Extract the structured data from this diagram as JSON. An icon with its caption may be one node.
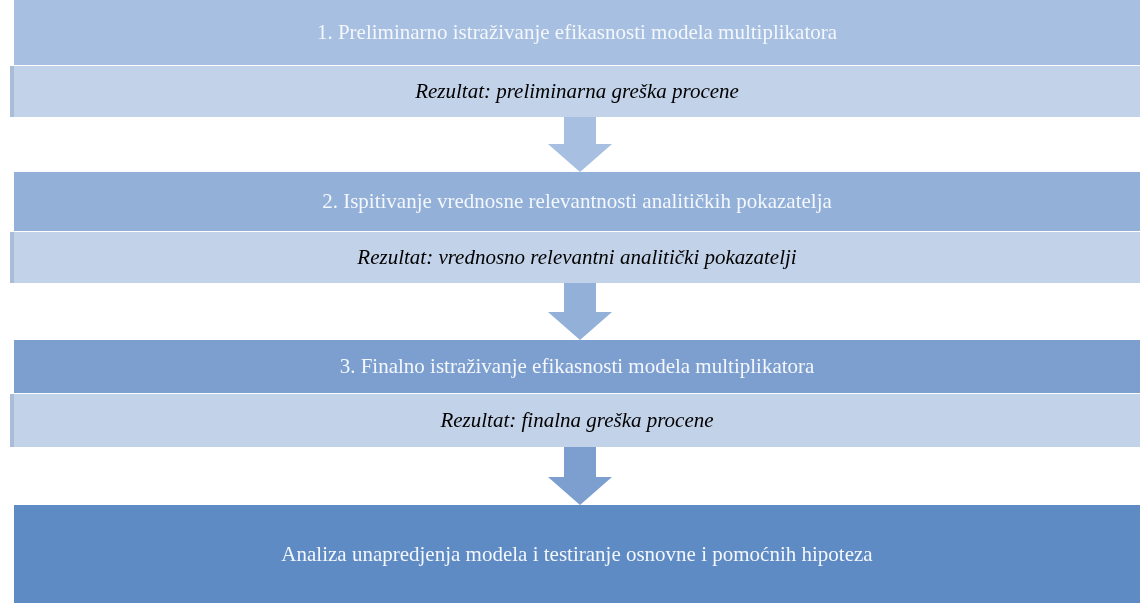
{
  "diagram": {
    "nodes": [
      {
        "text": [
          "1. Preliminarno istraživanje efikasnosti modela multiplikatora"
        ]
      },
      {
        "text": [
          "Rezultat: preliminarna greška procene"
        ]
      },
      {
        "text": [
          "2. Ispitivanje vrednosne relevantnosti analitičkih pokazatelja"
        ]
      },
      {
        "text": [
          "Rezultat: vrednosno relevantni analitički pokazatelji"
        ]
      },
      {
        "text": [
          "3. Finalno istraživanje efikasnosti modela multiplikatora"
        ]
      },
      {
        "text": [
          "Rezultat: finalna greška procene"
        ]
      },
      {
        "text": [
          "Analiza unapredjenja modela i testiranje osnovne i pomoćnih hipoteza"
        ]
      }
    ],
    "edges": [
      {
        "from": 1,
        "to": 2,
        "arrow": "to",
        "style": "thick",
        "color": "#a7bfe0"
      },
      {
        "from": 3,
        "to": 4,
        "arrow": "to",
        "style": "thick",
        "color": "#92b0d8"
      },
      {
        "from": 5,
        "to": 6,
        "arrow": "to",
        "style": "thick",
        "color": "#7c9fcf"
      }
    ]
  }
}
